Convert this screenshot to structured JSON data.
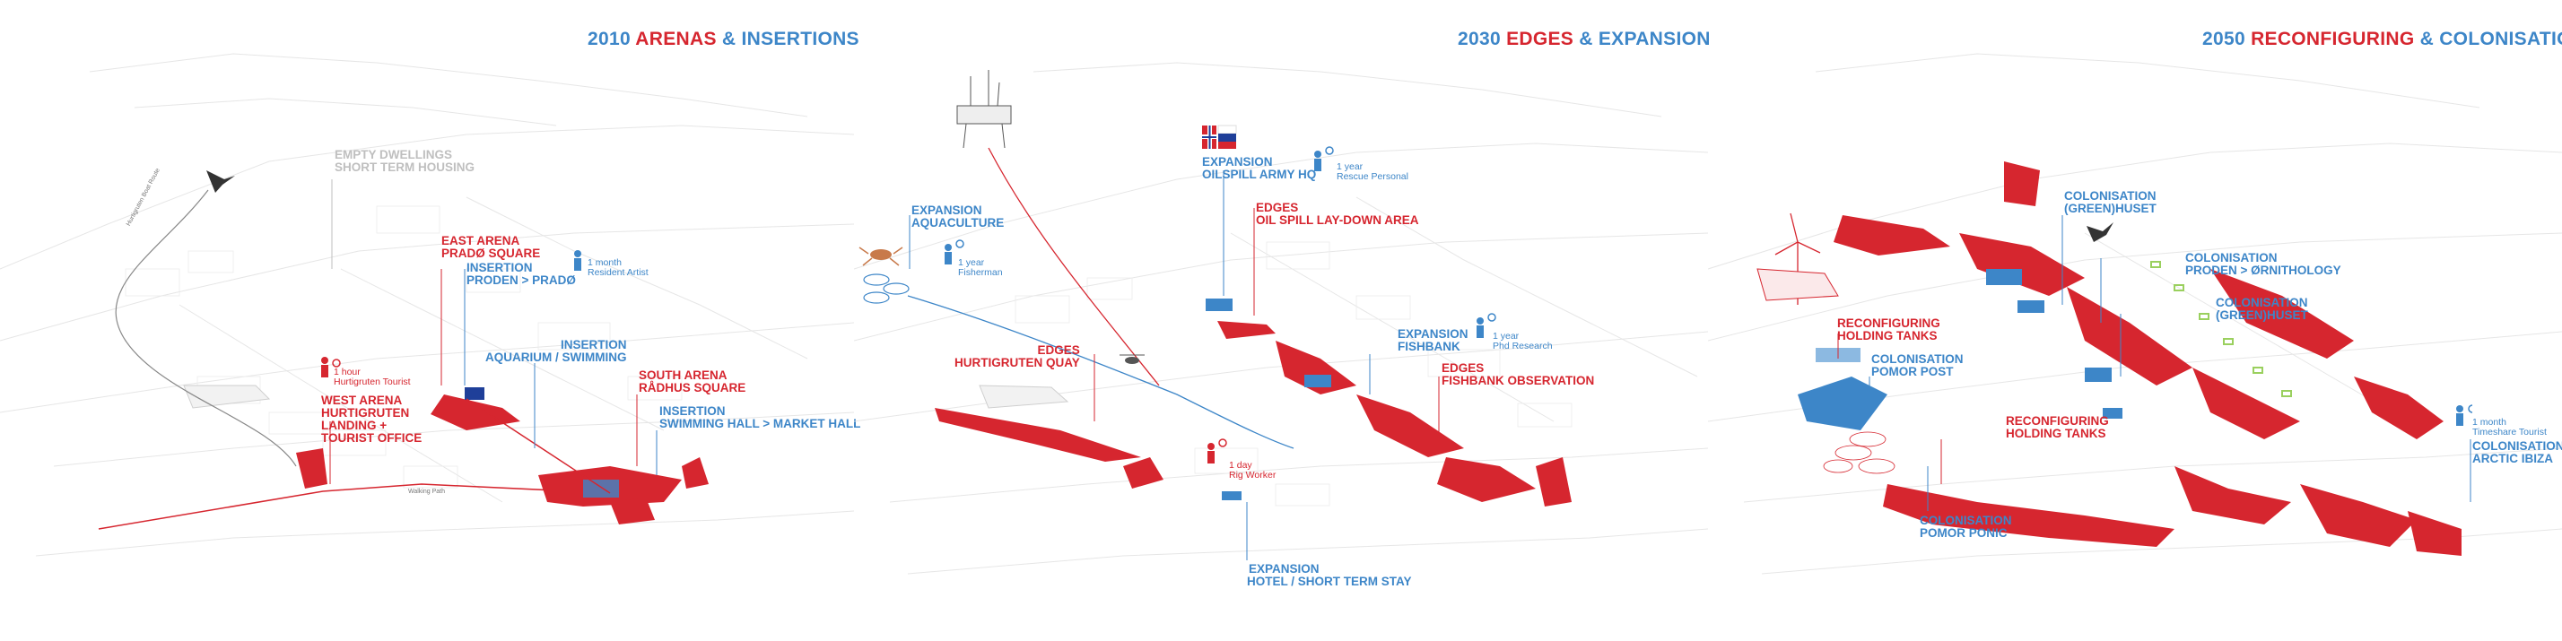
{
  "colors": {
    "red": "#d6262f",
    "blue": "#3d86c8",
    "grey": "#bfbfbf",
    "map_line": "#e2e2e2"
  },
  "panels": [
    {
      "title": {
        "year": "2010",
        "word1": "ARENAS",
        "amp": "&",
        "word2": "INSERTIONS"
      },
      "labels": {
        "empty_dwellings_1": "EMPTY DWELLINGS",
        "empty_dwellings_2": "SHORT TERM HOUSING",
        "east_arena_1": "EAST ARENA",
        "east_arena_2": "PRADØ SQUARE",
        "insertion_proden_1": "INSERTION",
        "insertion_proden_2": "PRODEN > PRADØ",
        "artist_duration": "1 month",
        "artist_who": "Resident Artist",
        "aquarium_1": "INSERTION",
        "aquarium_2": "AQUARIUM / SWIMMING",
        "tourist_duration": "1 hour",
        "tourist_who": "Hurtigruten Tourist",
        "west_arena_1": "WEST ARENA",
        "west_arena_2": "HURTIGRUTEN",
        "west_arena_3": "LANDING +",
        "west_arena_4": "TOURIST OFFICE",
        "south_arena_1": "SOUTH ARENA",
        "south_arena_2": "RÅDHUS SQUARE",
        "swimming_1": "INSERTION",
        "swimming_2": "SWIMMING HALL > MARKET HALL",
        "route_a": "Hurtigruten Boat Route",
        "route_b": "Walking Path"
      },
      "icons": [
        "bird-icon",
        "person-icon",
        "clock-icon"
      ]
    },
    {
      "title": {
        "year": "2030",
        "word1": "EDGES",
        "amp": "&",
        "word2": "EXPANSION"
      },
      "labels": {
        "army_1": "EXPANSION",
        "army_2": "OILSPILL ARMY HQ",
        "rescue_duration": "1 year",
        "rescue_who": "Rescue Personal",
        "oilspill_1": "EDGES",
        "oilspill_2": "OIL SPILL LAY-DOWN AREA",
        "aquaculture_1": "EXPANSION",
        "aquaculture_2": "AQUACULTURE",
        "fisherman_duration": "1 year",
        "fisherman_who": "Fisherman",
        "fishbank_1": "EXPANSION",
        "fishbank_2": "FISHBANK",
        "phd_duration": "1 year",
        "phd_who": "Phd Research",
        "quay_1": "EDGES",
        "quay_2": "HURTIGRUTEN QUAY",
        "observation_1": "EDGES",
        "observation_2": "FISHBANK OBSERVATION",
        "rig_duration": "1 day",
        "rig_who": "Rig Worker",
        "hotel_1": "EXPANSION",
        "hotel_2": "HOTEL / SHORT TERM STAY"
      },
      "icons": [
        "oil-rig-icon",
        "norway-flag-icon",
        "russia-flag-icon",
        "crab-icon",
        "helicopter-icon",
        "person-icon"
      ]
    },
    {
      "title": {
        "year": "2050",
        "word1": "RECONFIGURING",
        "amp": "&",
        "word2": "COLONISATION"
      },
      "labels": {
        "greenhuset_a_1": "COLONISATION",
        "greenhuset_a_2": "(GREEN)HUSET",
        "ornithology_1": "COLONISATION",
        "ornithology_2": "PRODEN > ØRNITHOLOGY",
        "greenhuset_b_1": "COLONISATION",
        "greenhuset_b_2": "(GREEN)HUSET",
        "holding_a_1": "RECONFIGURING",
        "holding_a_2": "HOLDING TANKS",
        "pomor_post_1": "COLONISATION",
        "pomor_post_2": "POMOR POST",
        "holding_b_1": "RECONFIGURING",
        "holding_b_2": "HOLDING TANKS",
        "timeshare_duration": "1 month",
        "timeshare_who": "Timeshare Tourist",
        "ibiza_1": "COLONISATION",
        "ibiza_2": "ARCTIC IBIZA",
        "ponic_1": "COLONISATION",
        "ponic_2": "POMOR PONIC"
      },
      "icons": [
        "wind-turbine-icon",
        "bird-icon",
        "person-icon"
      ]
    }
  ]
}
